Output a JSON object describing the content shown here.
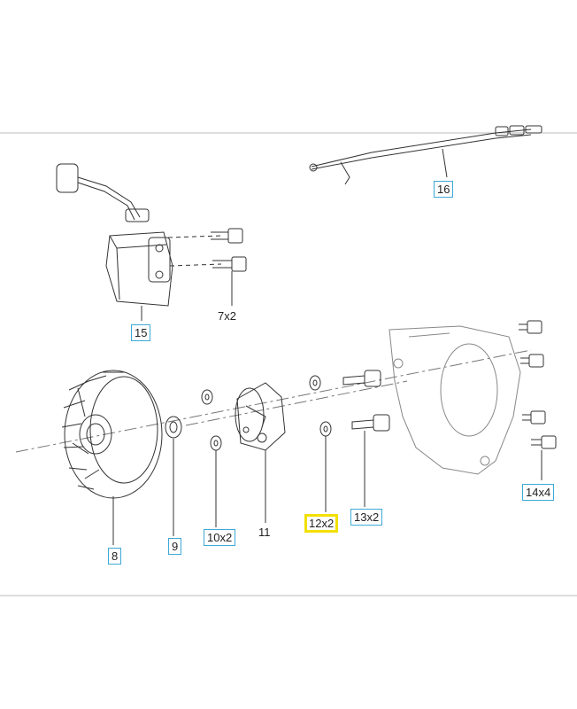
{
  "diagram": {
    "callouts": [
      {
        "id": "c16",
        "text": "16",
        "boxed": true,
        "highlight": false
      },
      {
        "id": "c15",
        "text": "15",
        "boxed": true,
        "highlight": false
      },
      {
        "id": "c7",
        "text": "7x2",
        "boxed": false,
        "highlight": false
      },
      {
        "id": "c8",
        "text": "8",
        "boxed": true,
        "highlight": false
      },
      {
        "id": "c9",
        "text": "9",
        "boxed": true,
        "highlight": false
      },
      {
        "id": "c10",
        "text": "10x2",
        "boxed": true,
        "highlight": false
      },
      {
        "id": "c11",
        "text": "11",
        "boxed": false,
        "highlight": false
      },
      {
        "id": "c12",
        "text": "12x2",
        "boxed": true,
        "highlight": true
      },
      {
        "id": "c13",
        "text": "13x2",
        "boxed": true,
        "highlight": false
      },
      {
        "id": "c14",
        "text": "14x4",
        "boxed": true,
        "highlight": false
      }
    ],
    "colors": {
      "line": "#333333",
      "box_border": "#3fa9d6",
      "highlight": "#f2e000",
      "frame": "#bbbbbb"
    }
  }
}
